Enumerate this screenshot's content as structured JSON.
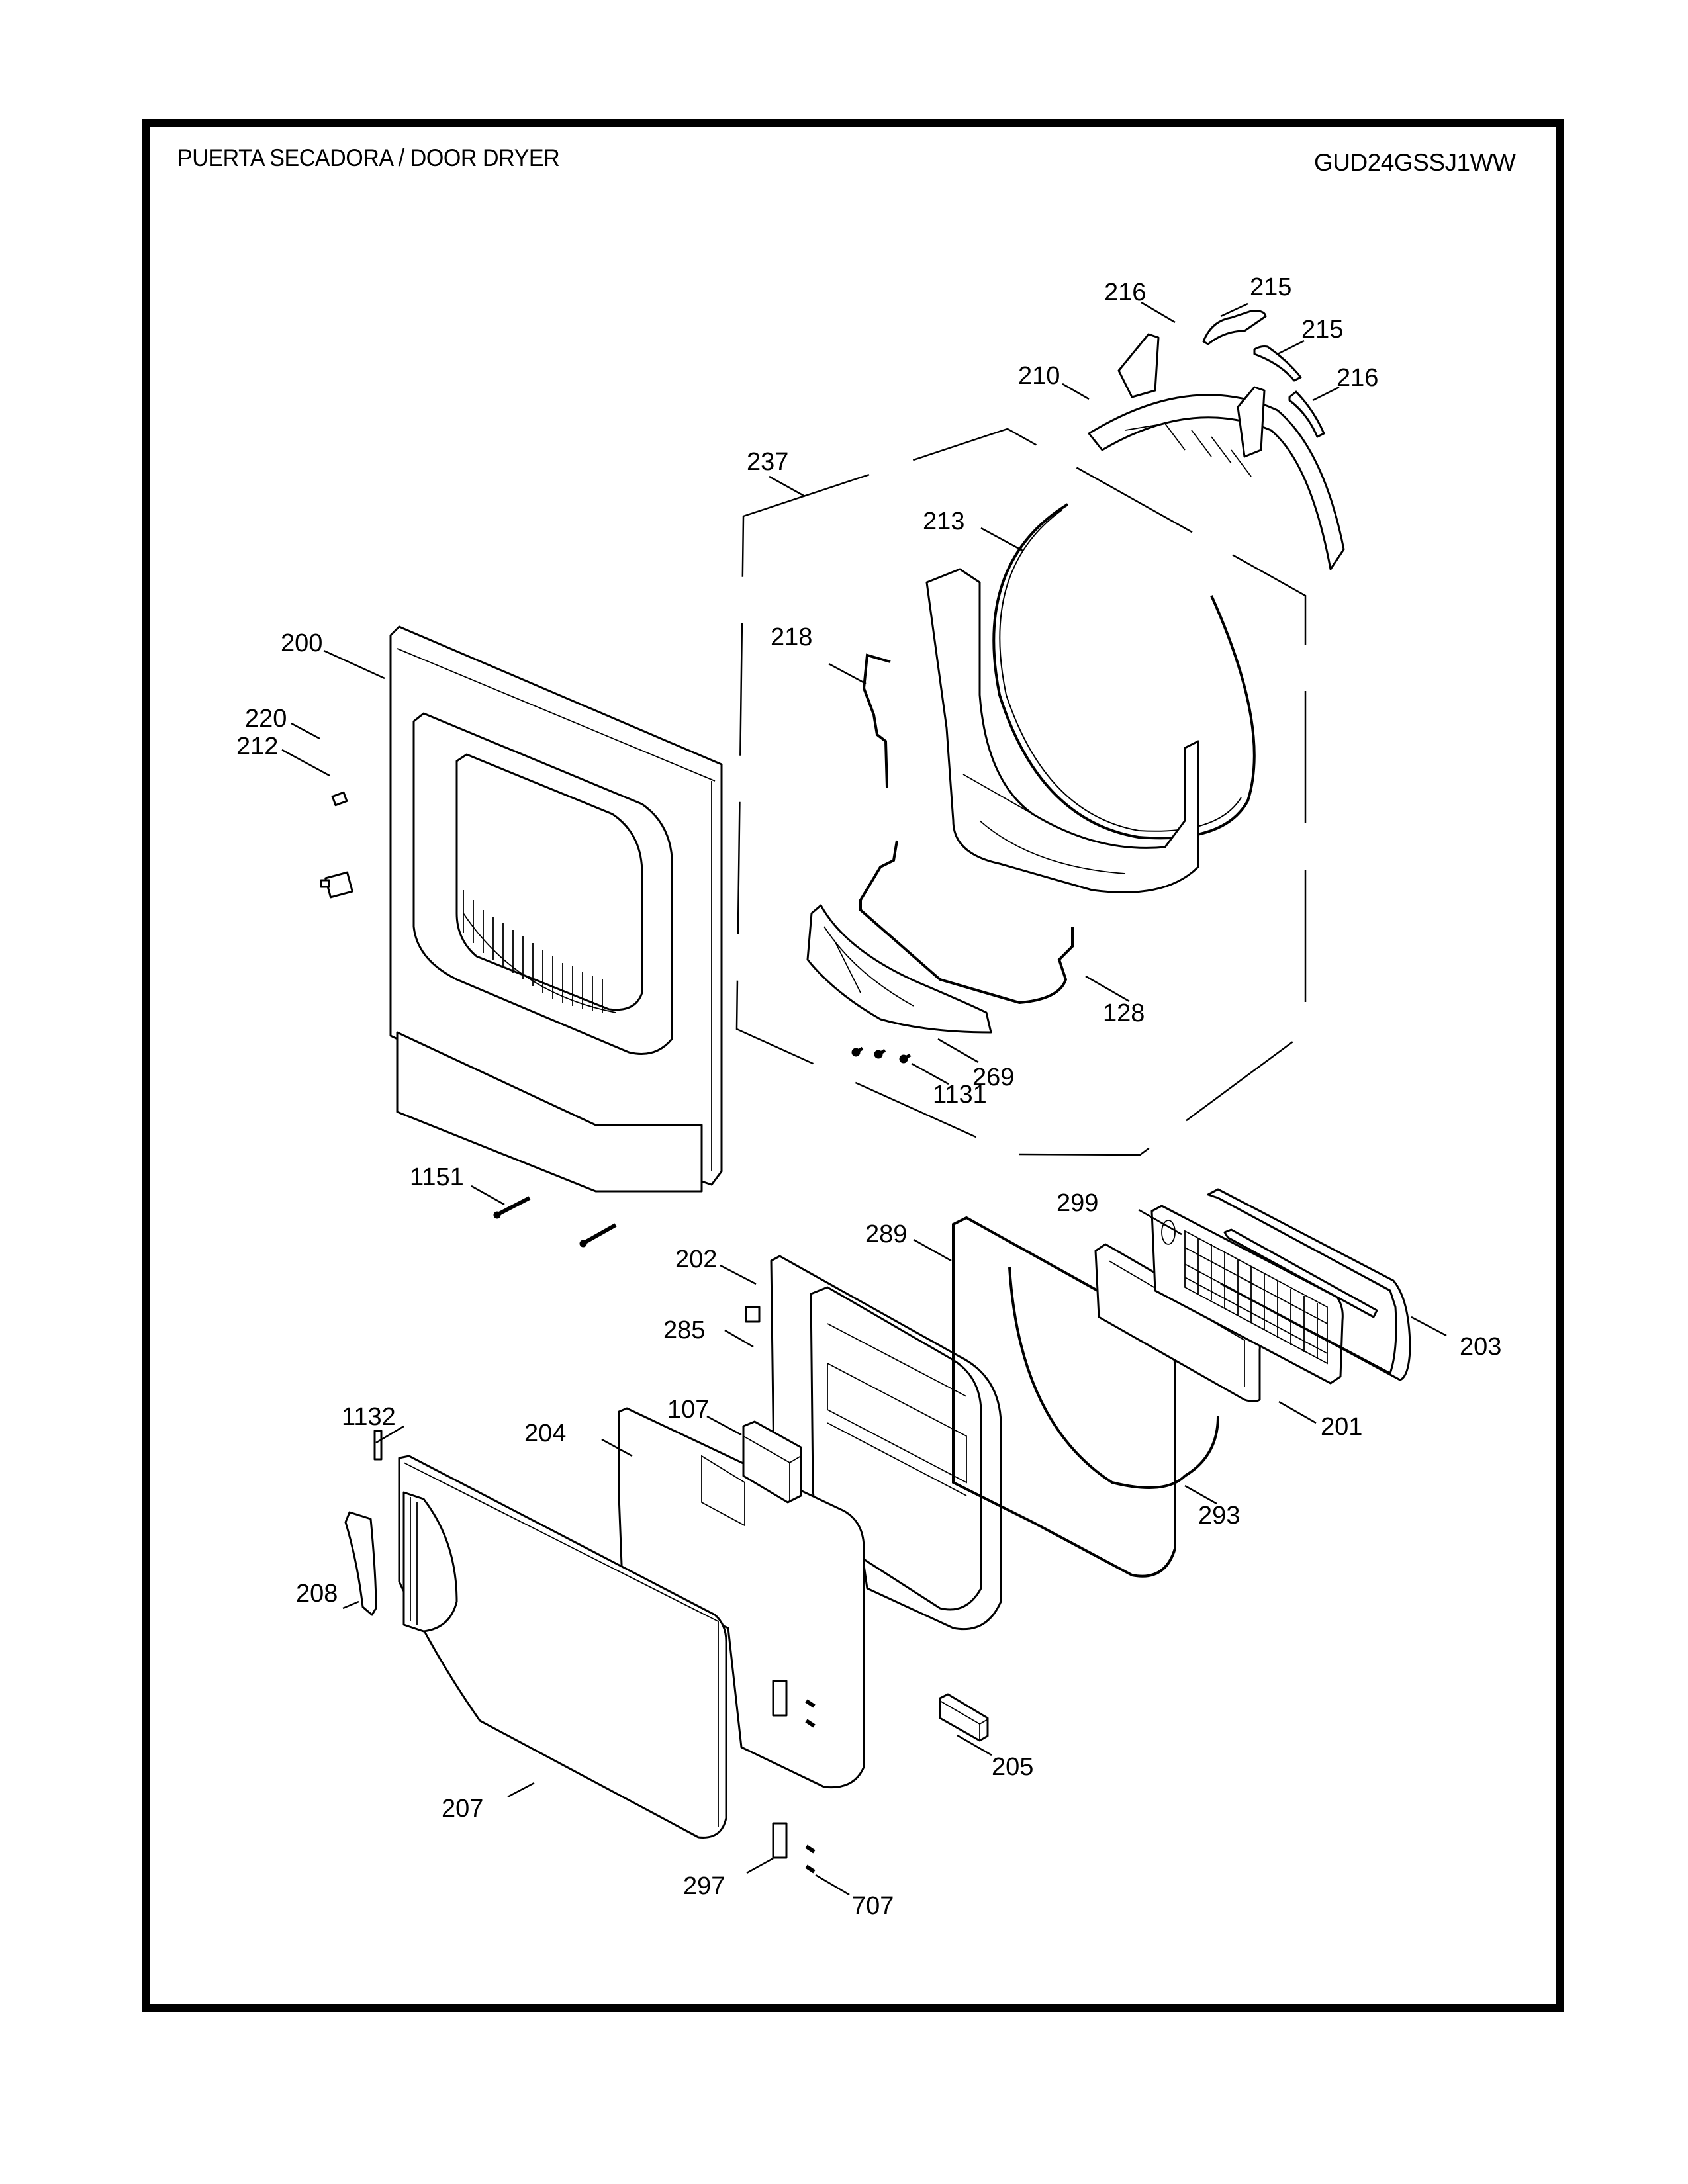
{
  "header": {
    "title": "PUERTA SECADORA / DOOR DRYER",
    "model": "GUD24GSSJ1WW"
  },
  "callouts": {
    "c216a": "216",
    "c215a": "215",
    "c215b": "215",
    "c216b": "216",
    "c210": "210",
    "c237": "237",
    "c213": "213",
    "c218": "218",
    "c200": "200",
    "c220": "220",
    "c212": "212",
    "c128": "128",
    "c269": "269",
    "c1131": "1131",
    "c1151": "1151",
    "c299": "299",
    "c289": "289",
    "c202": "202",
    "c203": "203",
    "c285": "285",
    "c201": "201",
    "c107": "107",
    "c1132": "1132",
    "c204": "204",
    "c293": "293",
    "c208": "208",
    "c205": "205",
    "c207": "207",
    "c297": "297",
    "c707": "707"
  },
  "parts": [
    {
      "id": "107"
    },
    {
      "id": "128"
    },
    {
      "id": "200"
    },
    {
      "id": "201"
    },
    {
      "id": "202"
    },
    {
      "id": "203"
    },
    {
      "id": "204"
    },
    {
      "id": "205"
    },
    {
      "id": "207"
    },
    {
      "id": "208"
    },
    {
      "id": "210"
    },
    {
      "id": "212"
    },
    {
      "id": "213"
    },
    {
      "id": "215"
    },
    {
      "id": "216"
    },
    {
      "id": "218"
    },
    {
      "id": "220"
    },
    {
      "id": "237"
    },
    {
      "id": "269"
    },
    {
      "id": "285"
    },
    {
      "id": "289"
    },
    {
      "id": "293"
    },
    {
      "id": "297"
    },
    {
      "id": "299"
    },
    {
      "id": "707"
    },
    {
      "id": "1131"
    },
    {
      "id": "1132"
    },
    {
      "id": "1151"
    }
  ]
}
